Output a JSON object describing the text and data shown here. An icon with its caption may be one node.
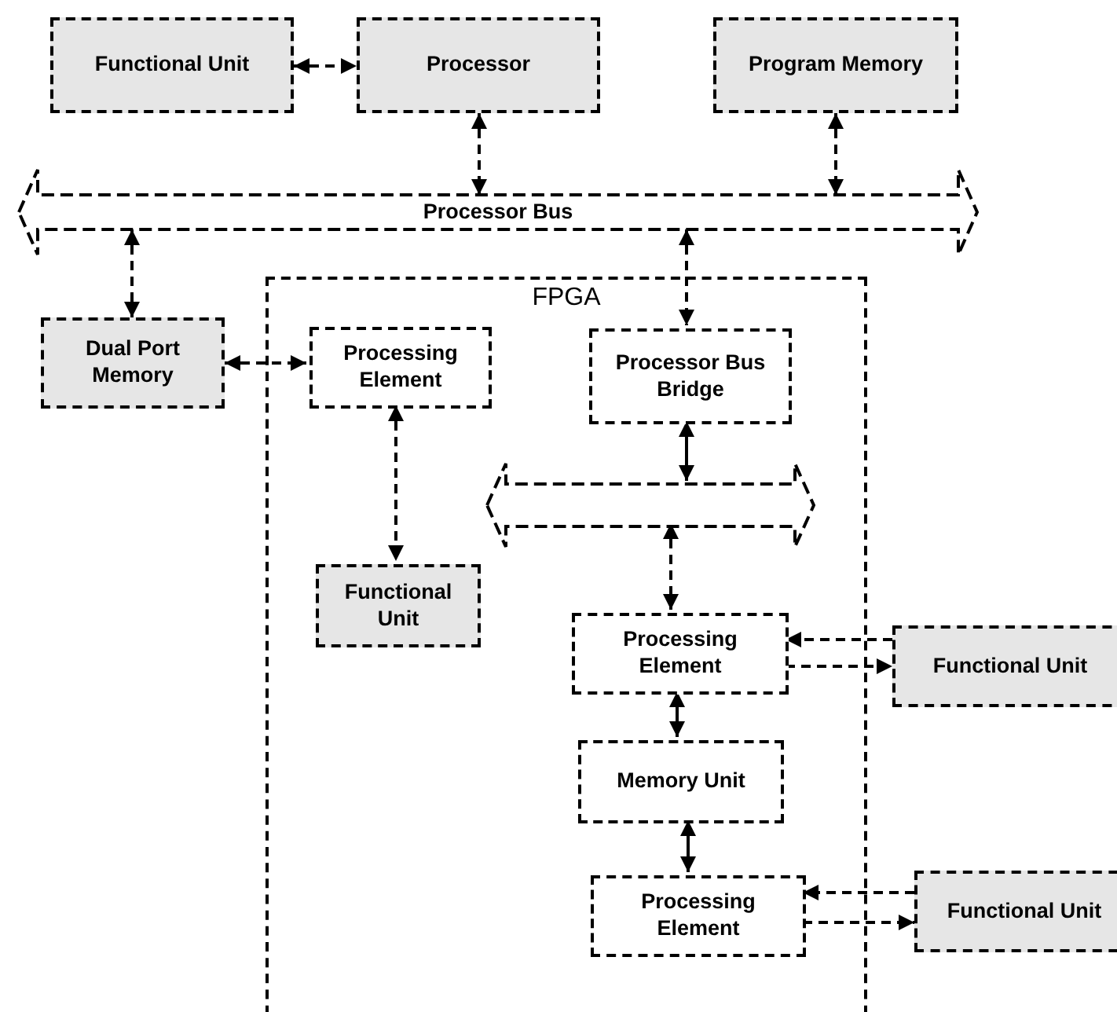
{
  "diagram": {
    "nodes": [
      {
        "text": [
          "Functional Unit"
        ]
      },
      {
        "text": [
          "Processor"
        ]
      },
      {
        "text": [
          "Program Memory"
        ]
      },
      {
        "text": [
          "Processor Bus"
        ]
      },
      {
        "text": [
          "FPGA"
        ]
      },
      {
        "text": [
          "Dual Port Memory"
        ]
      },
      {
        "text": [
          "Processing Element"
        ],
        "in": 4
      },
      {
        "text": [
          "Processor Bus Bridge"
        ],
        "in": 4
      },
      {
        "text": [],
        "shape": "bar",
        "in": 4
      },
      {
        "text": [
          "Functional Unit"
        ],
        "in": 4
      },
      {
        "text": [
          "Processing Element"
        ],
        "in": 4
      },
      {
        "text": [
          "Functional Unit"
        ]
      },
      {
        "text": [
          "Memory Unit"
        ],
        "in": 4
      },
      {
        "text": [
          "Processing Element"
        ],
        "in": 4
      },
      {
        "text": [
          "Functional Unit"
        ]
      }
    ],
    "edges": [
      {
        "from": 0,
        "to": 1,
        "arrow": "both",
        "style": "dashed"
      },
      {
        "from": 1,
        "to": 3,
        "arrow": "both",
        "style": "dashed"
      },
      {
        "from": 2,
        "to": 3,
        "arrow": "both",
        "style": "dashed"
      },
      {
        "from": 3,
        "to": 5,
        "arrow": "both",
        "style": "dashed"
      },
      {
        "from": 3,
        "to": 7,
        "arrow": "both",
        "style": "dashed"
      },
      {
        "from": 5,
        "to": 6,
        "arrow": "both",
        "style": "dashed"
      },
      {
        "from": 6,
        "to": 9,
        "arrow": "both",
        "style": "dashed"
      },
      {
        "from": 7,
        "to": 8,
        "arrow": "both"
      },
      {
        "from": 8,
        "to": 10,
        "arrow": "both",
        "style": "dashed"
      },
      {
        "from": 11,
        "to": 10,
        "arrow": "to",
        "style": "dashed"
      },
      {
        "from": 10,
        "to": 11,
        "arrow": "to",
        "style": "dashed"
      },
      {
        "from": 10,
        "to": 12,
        "arrow": "both"
      },
      {
        "from": 12,
        "to": 13,
        "arrow": "both"
      },
      {
        "from": 14,
        "to": 13,
        "arrow": "to",
        "style": "dashed"
      },
      {
        "from": 13,
        "to": 14,
        "arrow": "to",
        "style": "dashed"
      }
    ]
  }
}
